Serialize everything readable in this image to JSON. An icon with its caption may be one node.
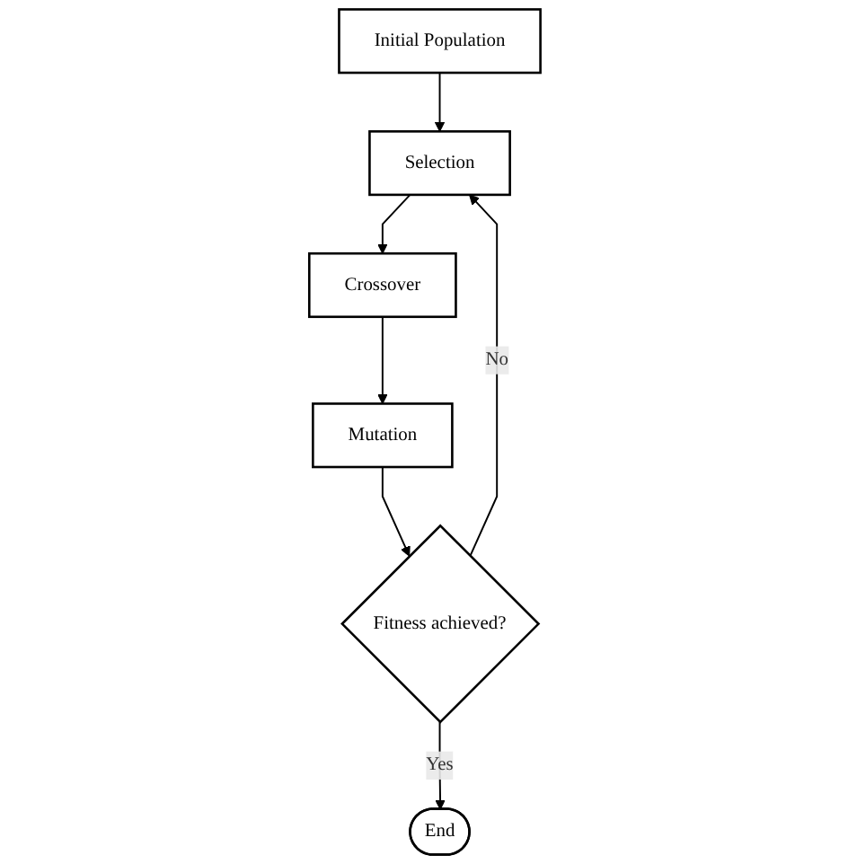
{
  "diagram": {
    "nodes": [
      {
        "text": [
          "Initial Population"
        ]
      },
      {
        "text": [
          "Selection"
        ]
      },
      {
        "text": [
          "Crossover"
        ]
      },
      {
        "text": [
          "Mutation"
        ]
      },
      {
        "text": [
          "Fitness achieved?"
        ]
      },
      {
        "text": [
          "End"
        ]
      }
    ],
    "edges": [
      {
        "from": 0,
        "to": 1,
        "arrow": "to"
      },
      {
        "from": 1,
        "to": 2,
        "arrow": "to"
      },
      {
        "from": 2,
        "to": 3,
        "arrow": "to"
      },
      {
        "from": 3,
        "to": 4,
        "arrow": "to"
      },
      {
        "from": 4,
        "to": 5,
        "label": "Yes",
        "arrow": "to"
      },
      {
        "from": 4,
        "to": 1,
        "label": "No",
        "arrow": "to"
      }
    ]
  }
}
